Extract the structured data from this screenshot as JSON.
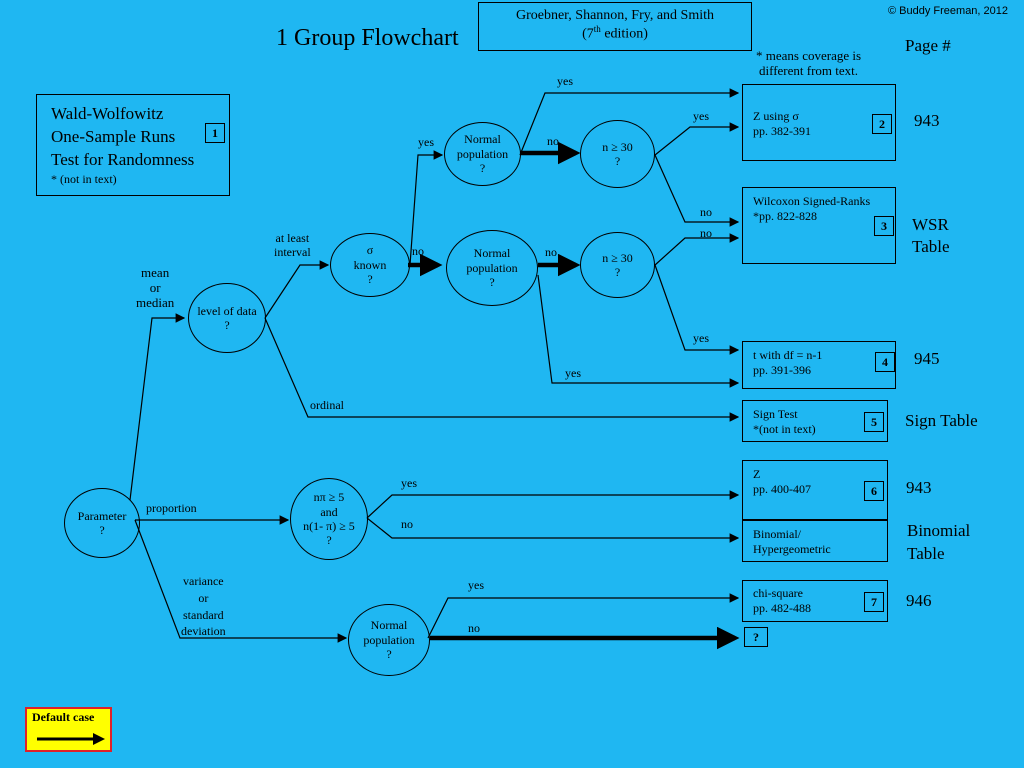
{
  "copyright": "© Buddy Freeman, 2012",
  "title": "1 Group Flowchart",
  "source": {
    "line1": "Groebner, Shannon, Fry, and Smith",
    "line2_pre": "(7",
    "line2_sup": "th",
    "line2_post": " edition)"
  },
  "page_header": "Page #",
  "coverage_note": "* means coverage is\ndifferent from text.",
  "wald": {
    "title": "Wald-Wolfowitz\nOne-Sample Runs\nTest for Randomness",
    "note": "* (not in text)",
    "num": "1"
  },
  "nodes": {
    "parameter": "Parameter\n?",
    "level": "level of data\n?",
    "sigma": "σ\nknown\n?",
    "normal_top": "Normal\npopulation\n?",
    "normal_mid": "Normal\npopulation\n?",
    "n30_top": "n ≥ 30\n?",
    "n30_mid": "n ≥ 30\n?",
    "np": "nπ ≥ 5\nand\nn(1- π) ≥ 5\n?",
    "normal_bot": "Normal\npopulation\n?"
  },
  "edges": {
    "mean_median": "mean\nor\nmedian",
    "at_least_interval": "at least\ninterval",
    "ordinal": "ordinal",
    "proportion": "proportion",
    "variance": "variance\nor\nstandard\ndeviation",
    "yes": "yes",
    "no": "no"
  },
  "results": [
    {
      "id": "2",
      "line1": "Z using σ",
      "line2": "pp.  382-391",
      "page": "943"
    },
    {
      "id": "3",
      "line1": "Wilcoxon Signed-Ranks",
      "line2": "*pp. 822-828",
      "page": "WSR\nTable"
    },
    {
      "id": "4",
      "line1": "t with df = n-1",
      "line2": "pp. 391-396",
      "page": "945"
    },
    {
      "id": "5",
      "line1": "Sign Test",
      "line2": "*(not in text)",
      "page": "Sign Table"
    },
    {
      "id": "6",
      "line1": "Z",
      "line2": "pp. 400-407",
      "page": "943"
    },
    {
      "id": "",
      "line1": "Binomial/",
      "line2": "Hypergeometric",
      "page": "Binomial\nTable"
    },
    {
      "id": "7",
      "line1": "chi-square",
      "line2": "pp.  482-488",
      "page": "946"
    },
    {
      "id": "",
      "line1": "?",
      "line2": "",
      "page": ""
    }
  ],
  "default_case": "Default case"
}
